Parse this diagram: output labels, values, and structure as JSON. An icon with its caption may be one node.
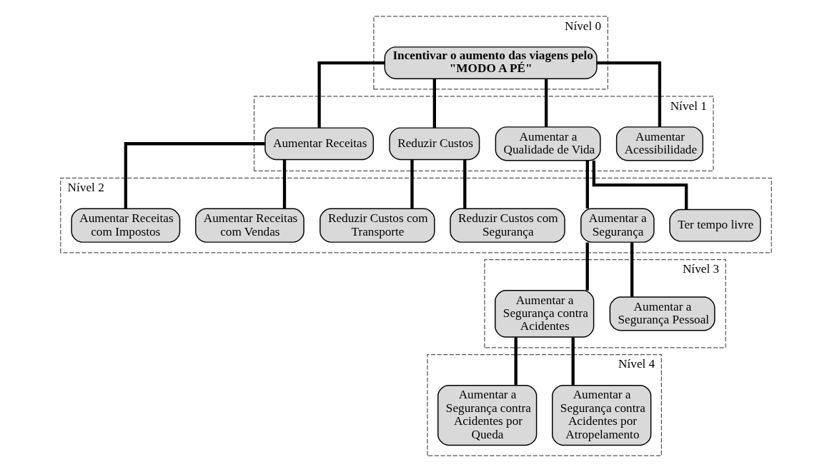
{
  "diagram": {
    "nodes": [
      {
        "text": [
          "Nível 0"
        ]
      },
      {
        "text": [
          "Incentivar o aumento das viagens pelo \"MODO A PÉ\""
        ],
        "in": 0
      },
      {
        "text": [
          "Nível 1"
        ]
      },
      {
        "text": [
          "Aumentar Acessibilidade"
        ],
        "in": 2
      },
      {
        "text": [
          "Aumentar a Qualidade de Vida"
        ],
        "in": 2
      },
      {
        "text": [
          "Reduzir Custos"
        ],
        "in": 2
      },
      {
        "text": [
          "Aumentar Receitas"
        ],
        "in": 2
      },
      {
        "text": [
          "Nível 2"
        ]
      },
      {
        "text": [
          "Ter tempo livre"
        ],
        "in": 7
      },
      {
        "text": [
          "Aumentar a Segurança"
        ],
        "in": 7
      },
      {
        "text": [
          "Reduzir Custos com Segurança"
        ],
        "in": 7
      },
      {
        "text": [
          "Reduzir Custos com Transporte"
        ],
        "in": 7
      },
      {
        "text": [
          "Aumentar Receitas com Vendas"
        ],
        "in": 7
      },
      {
        "text": [
          "Aumentar Receitas com Impostos"
        ],
        "in": 7
      },
      {
        "text": [
          "Nível 3"
        ]
      },
      {
        "text": [
          "Aumentar a Segurança Pessoal"
        ],
        "in": 14
      },
      {
        "text": [
          "Aumentar a Segurança contra Acidentes"
        ],
        "in": 14
      },
      {
        "text": [
          "Nível 4"
        ]
      },
      {
        "text": [
          "Aumentar a Segurança contra Acidentes por Atropelamento"
        ],
        "in": 17
      },
      {
        "text": [
          "Aumentar a Segurança contra Acidentes por Queda"
        ],
        "in": 17
      }
    ],
    "edges": [
      {
        "from": 1,
        "to": 3,
        "arrow": "none"
      },
      {
        "from": 1,
        "to": 4,
        "arrow": "none"
      },
      {
        "from": 1,
        "to": 5,
        "arrow": "none"
      },
      {
        "from": 1,
        "to": 6,
        "arrow": "none"
      },
      {
        "from": 4,
        "to": 8,
        "arrow": "none"
      },
      {
        "from": 4,
        "to": 9,
        "arrow": "none"
      },
      {
        "from": 5,
        "to": 10,
        "arrow": "none"
      },
      {
        "from": 5,
        "to": 11,
        "arrow": "none"
      },
      {
        "from": 6,
        "to": 12,
        "arrow": "none"
      },
      {
        "from": 6,
        "to": 13,
        "arrow": "none"
      },
      {
        "from": 9,
        "to": 15,
        "arrow": "none"
      },
      {
        "from": 9,
        "to": 16,
        "arrow": "none"
      },
      {
        "from": 16,
        "to": 18,
        "arrow": "none"
      },
      {
        "from": 16,
        "to": 19,
        "arrow": "none"
      }
    ]
  }
}
